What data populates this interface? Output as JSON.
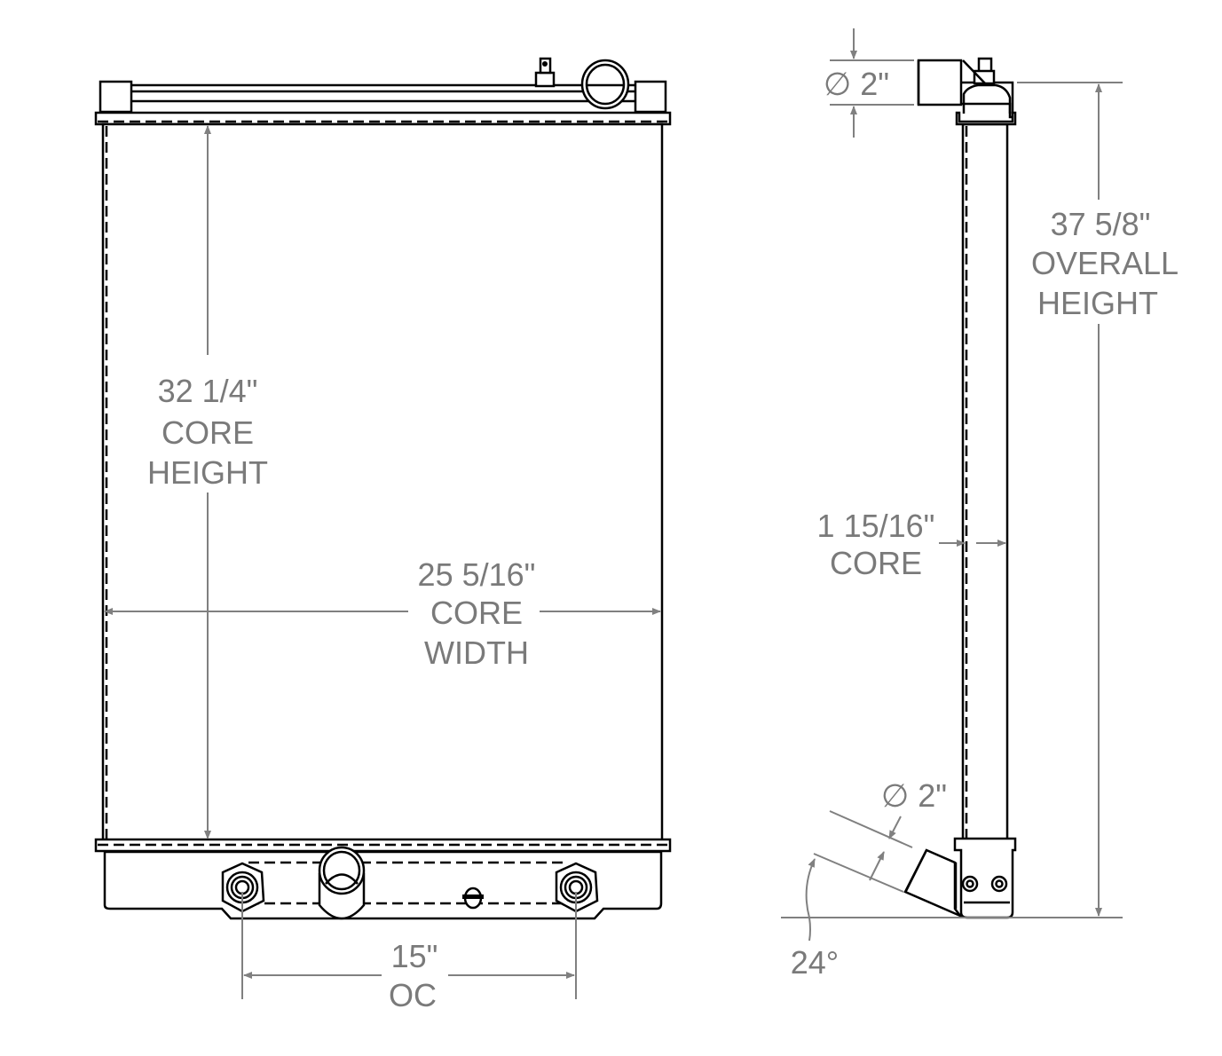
{
  "front_view": {
    "core_height": {
      "value": "32 1/4\"",
      "line1": "CORE",
      "line2": "HEIGHT"
    },
    "core_width": {
      "value": "25 5/16\"",
      "line1": "CORE",
      "line2": "WIDTH"
    },
    "oc": {
      "value": "15\"",
      "line1": "OC"
    }
  },
  "side_view": {
    "top_inlet": {
      "value": "∅ 2\""
    },
    "overall_height": {
      "value": "37 5/8\"",
      "line1": "OVERALL",
      "line2": "HEIGHT"
    },
    "core_depth": {
      "value": "1 15/16\"",
      "line1": "CORE"
    },
    "bottom_outlet": {
      "value": "∅ 2\""
    },
    "angle": {
      "value": "24°"
    }
  },
  "colors": {
    "outline": "#000000",
    "dimension": "#808080"
  }
}
